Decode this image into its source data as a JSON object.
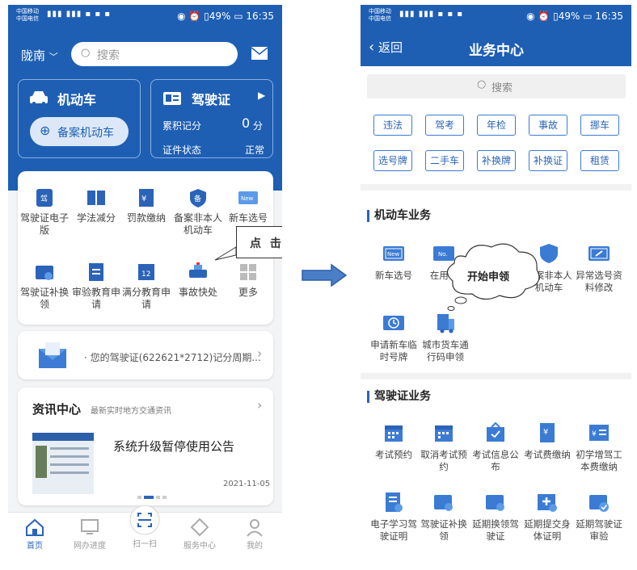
{
  "status": {
    "carrier1": "中国移动",
    "carrier2": "中国电信",
    "battery": "49%",
    "time": "16:35"
  },
  "left": {
    "city": "陇南",
    "search_placeholder": "搜索",
    "vehicle_card": {
      "title": "机动车",
      "button": "备案机动车"
    },
    "license_card": {
      "title": "驾驶证",
      "points_label": "累积记分",
      "points_value": "0",
      "points_unit": "分",
      "status_label": "证件状态",
      "status_value": "正常"
    },
    "grid": [
      "驾驶证电子版",
      "学法减分",
      "罚款缴纳",
      "备案非本人机动车",
      "新车选号",
      "驾驶证补换领",
      "审验教育申请",
      "满分教育申请",
      "事故快处",
      "更多"
    ],
    "notice": "您的驾驶证(622621*2712)记分周期...",
    "news": {
      "title": "资讯中心",
      "subtitle": "最新实时地方交通资讯",
      "headline": "系统升级暂停使用公告",
      "date": "2021-11-05"
    },
    "tabs": [
      "首页",
      "网办进度",
      "扫一扫",
      "服务中心",
      "我的"
    ],
    "callout": "点 击"
  },
  "right": {
    "back": "返回",
    "title": "业务中心",
    "search_placeholder": "搜索",
    "tags": [
      "违法",
      "驾考",
      "年检",
      "事故",
      "挪车",
      "选号牌",
      "二手车",
      "补换牌",
      "补换证",
      "租赁"
    ],
    "section1": "机动车业务",
    "vehicle_items": [
      "新车选号",
      "在用车",
      "",
      "备案非本人机动车",
      "异常选号资料修改",
      "申请新车临时号牌",
      "城市货车通行码申领"
    ],
    "callout": "开始申领",
    "section2": "驾驶证业务",
    "license_items": [
      "考试预约",
      "取消考试预约",
      "考试信息公布",
      "考试费缴纳",
      "初学增驾工本费缴纳",
      "电子学习驾驶证明",
      "驾驶证补换领",
      "延期换领驾驶证",
      "延期提交身体证明",
      "延期驾驶证审验"
    ]
  },
  "colors": {
    "primary": "#1e5fb4",
    "accent": "#2b63b8"
  }
}
